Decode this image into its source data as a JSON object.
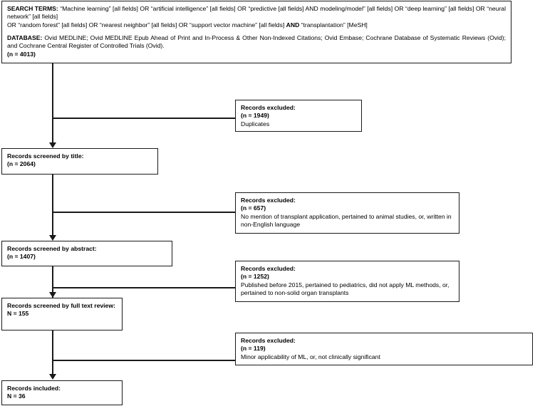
{
  "diagram": {
    "type": "prisma-flow-diagram",
    "title": "PRISMA study selection flow diagram"
  },
  "search_box": {
    "search_terms_label": "SEARCH TERMS:",
    "search_terms_line1": " “Machine learning” [all fields] OR “artificial intelligence” [all fields] OR “predictive [all fields] AND modeling/model” [all fields] OR “deep learning” [all fields] OR “neural network” [all fields]",
    "search_terms_line2_pre": "OR “random forest” [all fields] OR “nearest neighbor” [all fields] OR “support vector machine” [all fields] ",
    "search_terms_and": "AND",
    "search_terms_line2_post": " “transplantation” [MeSH]",
    "database_label": "DATABASE:",
    "database_text": " Ovid MEDLINE; Ovid MEDLINE Epub Ahead of Print and In-Process & Other Non-Indexed Citations; Ovid Embase; Cochrane Database of Systematic Reviews (Ovid); and Cochrane Central Register of Controlled Trials (Ovid).",
    "count": "(n = 4013)"
  },
  "steps": [
    {
      "id": "screened-title",
      "title": "Records screened by title:",
      "count": "(n = 2064)"
    },
    {
      "id": "screened-abstract",
      "title": "Records screened by abstract:",
      "count": "(n = 1407)"
    },
    {
      "id": "screened-full-text",
      "title": "Records screened by full text review:",
      "count": "N = 155"
    },
    {
      "id": "included",
      "title": "Records included:",
      "count": "N = 36"
    }
  ],
  "exclusions": [
    {
      "id": "duplicates",
      "title": "Records excluded:",
      "count": "(n = 1949)",
      "reason": "Duplicates"
    },
    {
      "id": "title-screen",
      "title": "Records excluded:",
      "count": "(n = 657)",
      "reason": "No mention of transplant application, pertained to animal studies, or, written in non-English language"
    },
    {
      "id": "abstract-screen",
      "title": "Records excluded:",
      "count": "(n = 1252)",
      "reason": "Published before 2015, pertained to pediatrics, did not apply ML methods, or, pertained to non-solid organ transplants"
    },
    {
      "id": "full-text-screen",
      "title": "Records excluded:",
      "count": "(n = 119)",
      "reason": "Minor applicability of ML, or, not clinically significant"
    }
  ],
  "colors": {
    "line": "#1a1a1a",
    "background": "#ffffff",
    "text": "#000000"
  }
}
